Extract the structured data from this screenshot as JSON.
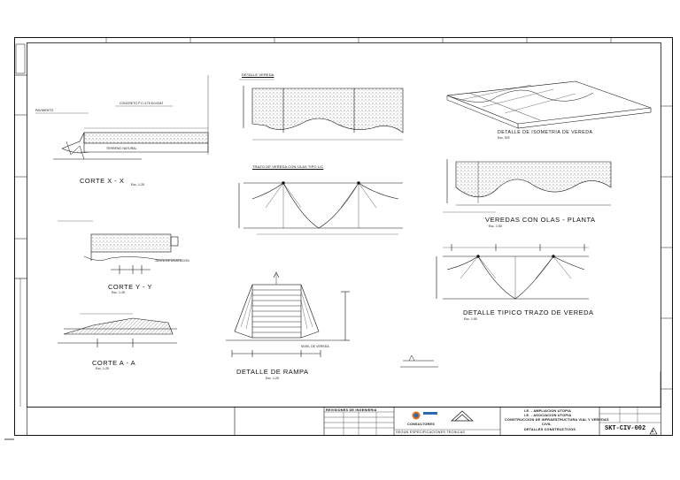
{
  "drawing": {
    "details": {
      "corte_x": {
        "title": "CORTE X - X",
        "scale": "Esc. 1:25"
      },
      "corte_y": {
        "title": "CORTE Y - Y",
        "scale": "Esc. 1:25"
      },
      "corte_a": {
        "title": "CORTE A - A",
        "scale": "Esc. 1:25"
      },
      "rampa": {
        "title": "DETALLE DE RAMPA",
        "scale": "Esc. 1:25"
      },
      "vereda_top": {
        "title": "DETALLE VEREDA"
      },
      "isometria": {
        "title": "DETALLE DE ISOMETRIA DE VEREDA",
        "scale": "Esc. S/E"
      },
      "olas_planta": {
        "title": "VEREDAS CON OLAS - PLANTA",
        "scale": "Esc. 1:50"
      },
      "trazo": {
        "title": "DETALLE TIPICO TRAZO DE VEREDA",
        "scale": "Esc. 1:50"
      },
      "trazo_olas": {
        "title": "TRAZO DE VEREDA CON OLAS TIPO L/C"
      }
    },
    "notes": {
      "pavement": "PAVIMENTO",
      "tierra": "TERRENO NATURAL",
      "concreto": "CONCRETO F'C=175 KG/CM2",
      "junta": "JUNTA DE DILATACION",
      "nivel": "NIVEL DE VEREDA"
    }
  },
  "title_block": {
    "client_line1": "I.E. - AMPLIACION UTOPIA",
    "client_line2": "I.E. - ASOCIACION UTOPIA",
    "project": "CONSTRUCCION DE INFRAESTRUCTURA VIAL Y VEREDAS",
    "discipline": "CIVIL",
    "subject": "DETALLES CONSTRUCTIVOS",
    "sheet_code": "SKT-CIV-002",
    "revision": "A",
    "company": "CONSULTORES",
    "revisions_header": "REVISIONES DE INGENIERIA",
    "footer_note": "SEGUN ESPECIFICACIONES TECNICAS"
  }
}
